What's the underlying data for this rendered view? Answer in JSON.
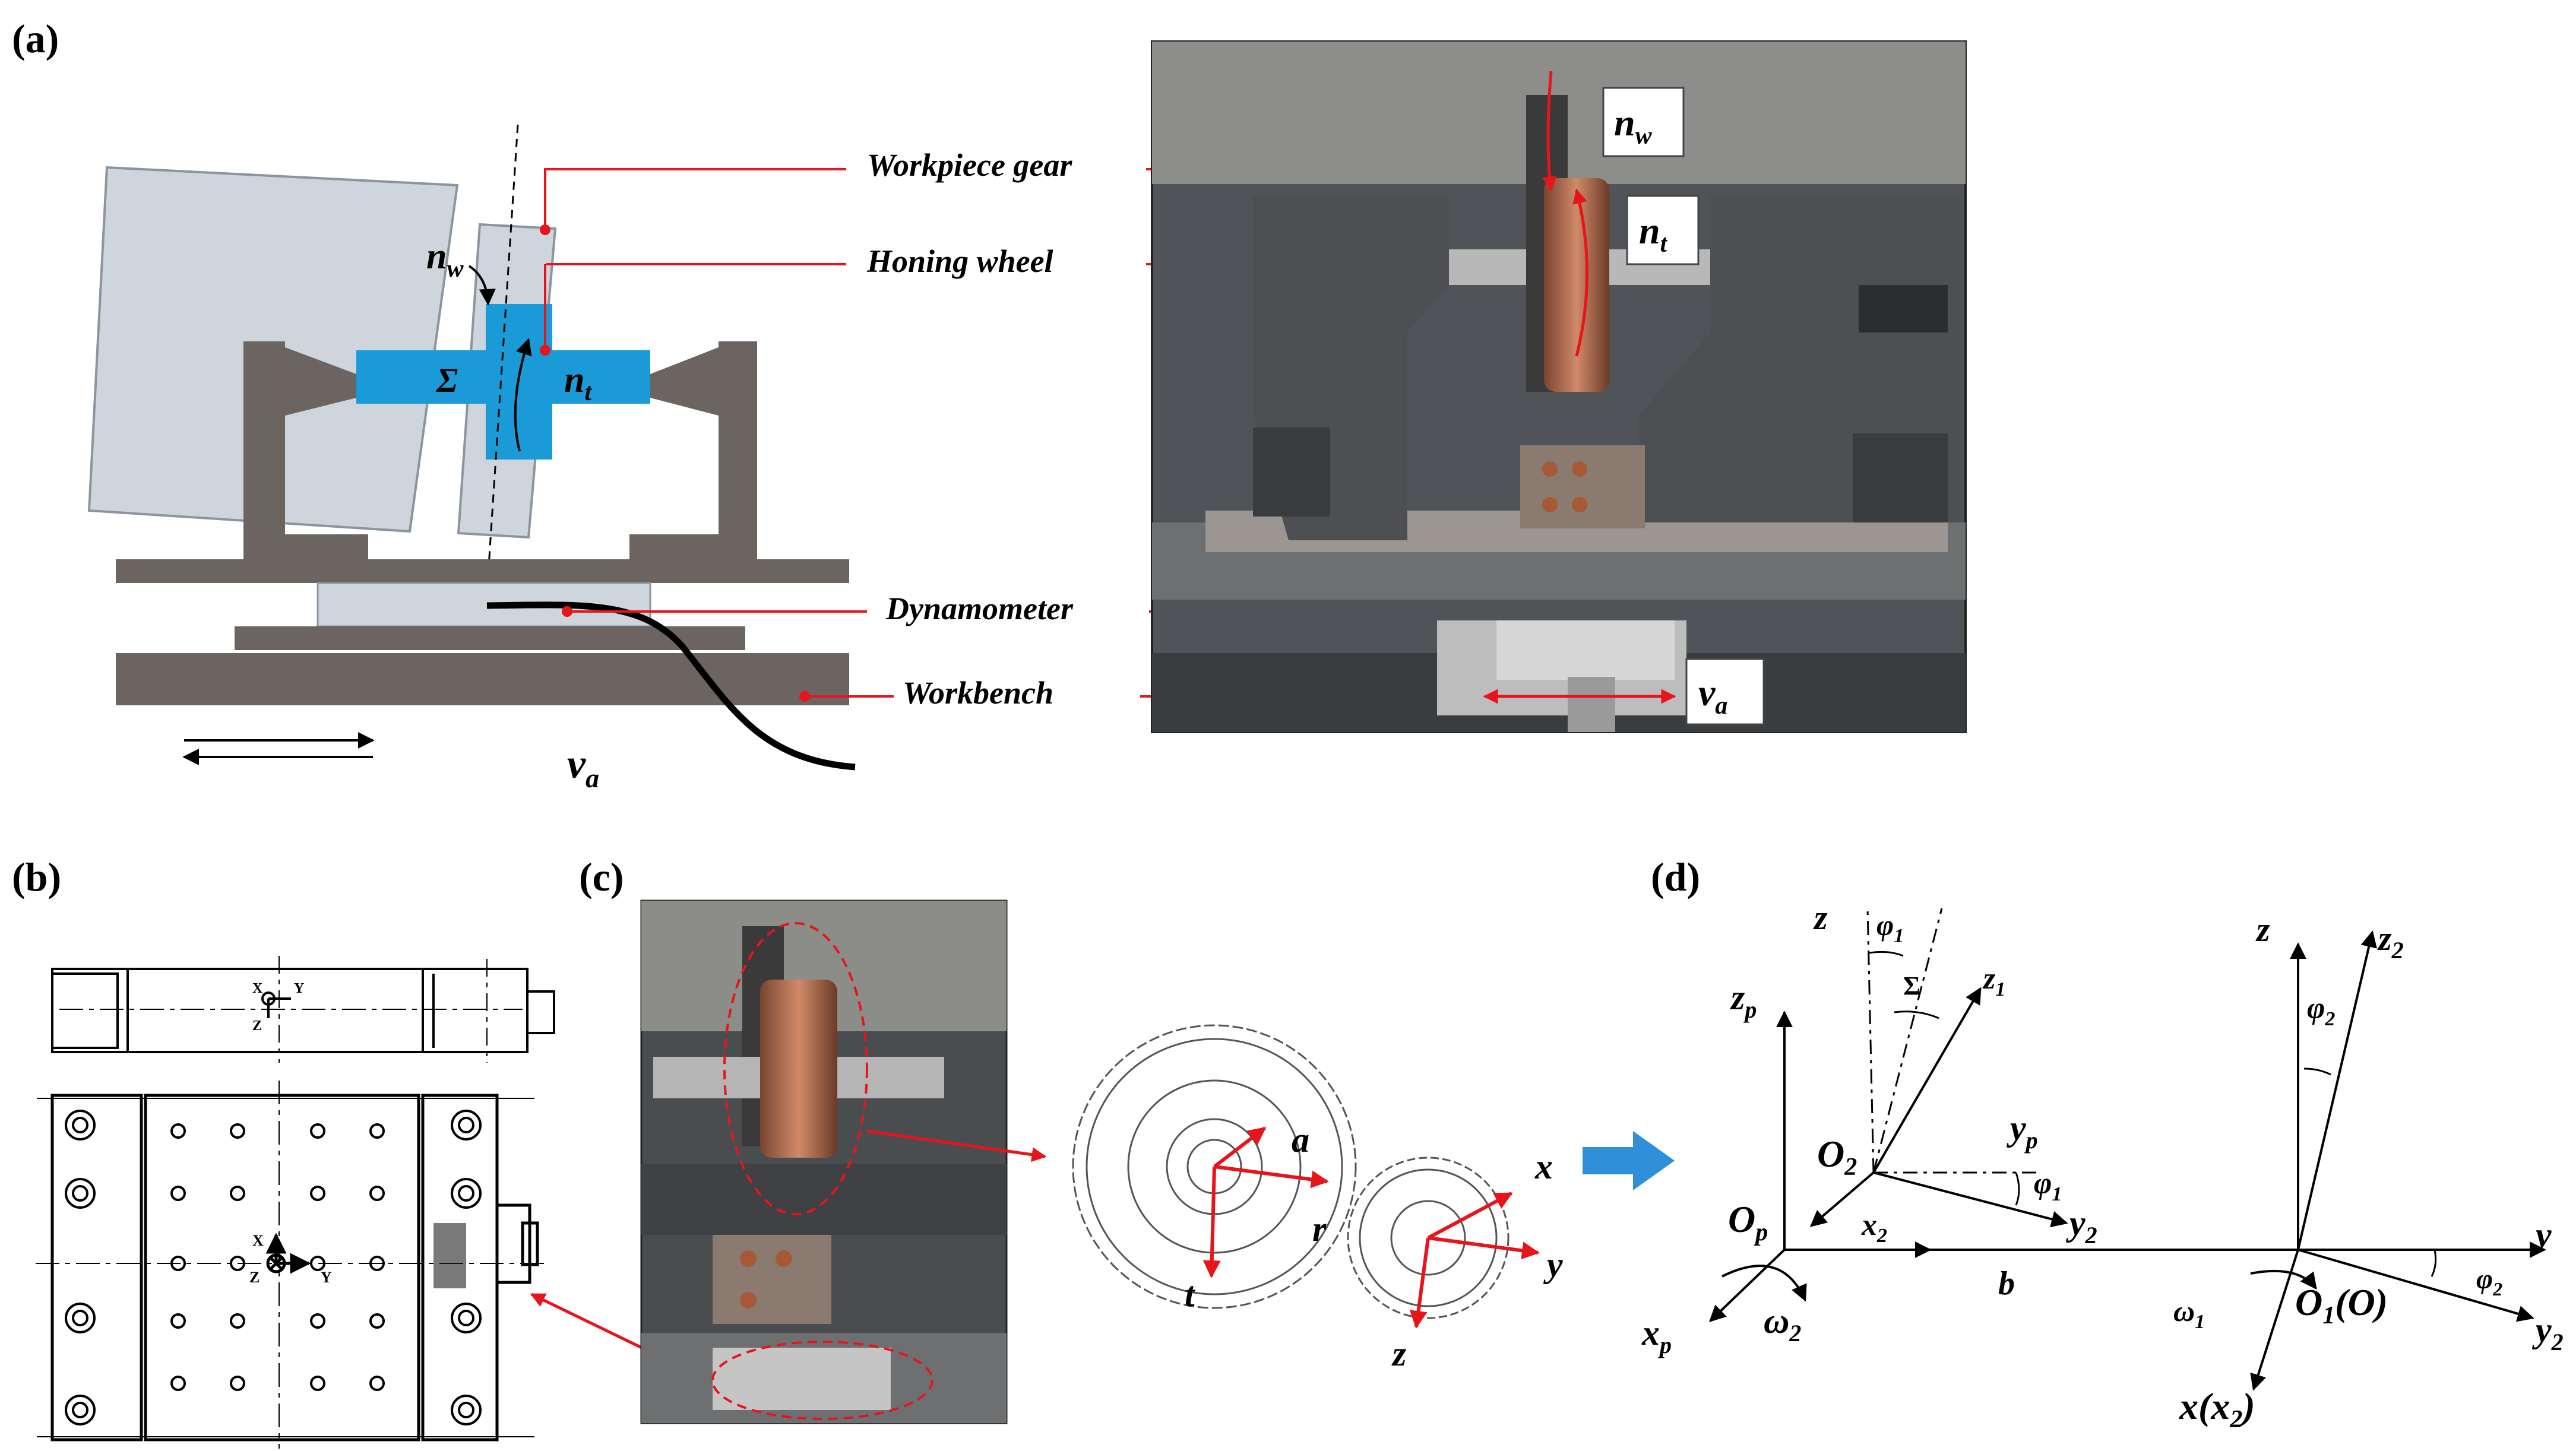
{
  "panels": {
    "a": {
      "tag": "(a)",
      "callouts": {
        "workpiece_gear": "Workpiece gear",
        "honing_wheel": "Honing wheel",
        "dynamometer": "Dynamometer",
        "workbench": "Workbench"
      },
      "symbols": {
        "nw": "n",
        "nw_sub": "w",
        "nt": "n",
        "nt_sub": "t",
        "sigma": "Σ",
        "va": "v",
        "va_sub": "a"
      },
      "photo_symbols": {
        "nw": "n",
        "nw_sub": "w",
        "nt": "n",
        "nt_sub": "t",
        "va": "v",
        "va_sub": "a"
      }
    },
    "b": {
      "tag": "(b)",
      "axis_labels": {
        "x": "X",
        "y": "Y",
        "z": "Z"
      }
    },
    "c": {
      "tag": "(c)",
      "force_labels": {
        "a": "a",
        "r": "r",
        "t": "t",
        "x": "x",
        "y": "y",
        "z": "z"
      }
    },
    "d": {
      "tag": "(d)",
      "labels": {
        "z": "z",
        "phi1_top": "φ",
        "phi1_top_sub": "1",
        "z1": "z",
        "z1_sub": "1",
        "sigma": "Σ",
        "zp": "z",
        "zp_sub": "p",
        "yp": "y",
        "yp_sub": "p",
        "O2": "O",
        "O2_sub": "2",
        "phi1": "φ",
        "phi1_sub": "1",
        "y2_left": "y",
        "y2_left_sub": "2",
        "Op": "O",
        "Op_sub": "p",
        "x2": "x",
        "x2_sub": "2",
        "b": "b",
        "xp": "x",
        "xp_sub": "p",
        "omega2": "ω",
        "omega2_sub": "2",
        "z_right": "z",
        "z2_right": "z",
        "z2_right_sub": "2",
        "phi2_top": "φ",
        "phi2_top_sub": "2",
        "y_right": "y",
        "phi2": "φ",
        "phi2_sub": "2",
        "omega1": "ω",
        "omega1_sub": "1",
        "O1": "O",
        "O1_sub": "1",
        "O1_paren": "(O)",
        "y2_right": "y",
        "y2_right_sub": "2",
        "x_x2": "x(x",
        "x_x2_sub": "2",
        "x_x2_close": ")"
      }
    }
  },
  "colors": {
    "blue_part": "#1a9ad6",
    "gray_plate": "#cfd5dc",
    "steel": "#6c6461",
    "red": "#e8141c",
    "arrow_blue": "#2f8fd8"
  }
}
